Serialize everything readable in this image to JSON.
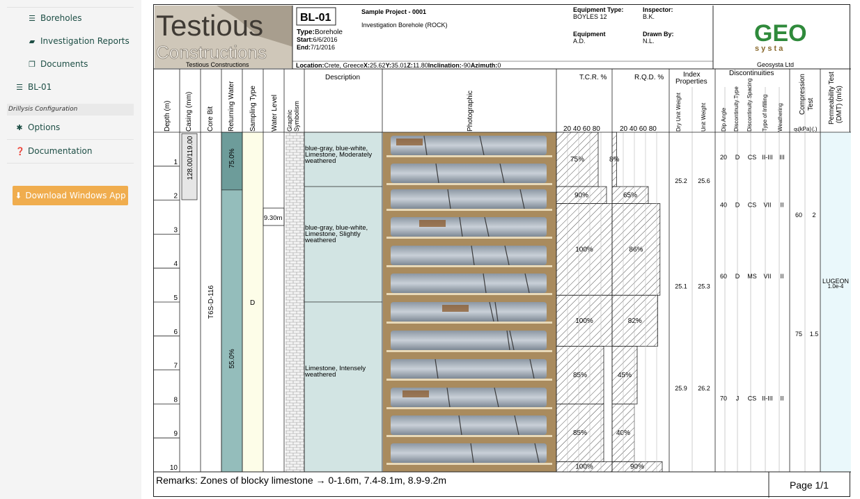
{
  "sidebar": {
    "items": [
      {
        "label": "Boreholes",
        "icon": "list-icon"
      },
      {
        "label": "Investigation Reports",
        "icon": "book-icon"
      },
      {
        "label": "Documents",
        "icon": "copy-icon"
      },
      {
        "label": "BL-01",
        "icon": "list-icon"
      }
    ],
    "section_label": "Drillysis Configuration",
    "options_label": "Options",
    "documentation_label": "Documentation",
    "download_label": "Download Windows App"
  },
  "header": {
    "company_logo_big": "Testious",
    "company_logo_sub": "Constructions",
    "company_name": "Testious Constructions",
    "borehole_id": "BL-01",
    "type_label": "Type:",
    "type_value": "Borehole",
    "start_label": "Start:",
    "start_value": "6/6/2016",
    "end_label": "End:",
    "end_value": "7/1/2016",
    "project": "Sample Project - 0001",
    "project_desc": "Investigation Borehole (ROCK)",
    "equipment_type_label": "Equipment Type:",
    "equipment_type_value": "BOYLES 12",
    "equipment_label": "Equipment",
    "equipment_value": "A.D.",
    "inspector_label": "Inspector:",
    "inspector_value": "B.K.",
    "drawn_by_label": "Drawn By:",
    "drawn_by_value": "N.L.",
    "location_label": "Location:",
    "location_value": "Crete, Greece",
    "x_label": "X:",
    "x_value": "25.62",
    "y_label": "Y:",
    "y_value": "35.01",
    "z_label": "Z:",
    "z_value": "11.80",
    "inclination_label": "Inclination:",
    "inclination_value": "-90",
    "azimuth_label": "Azimuth:",
    "azimuth_value": "0",
    "geo_logo": "GEO",
    "geo_sub": "s y s t a",
    "geo_name": "Geosysta Ltd"
  },
  "columns": {
    "depth": "Depth (m)",
    "casing": "Casing (mm)",
    "core_bit": "Core Bit",
    "returning_water": "Returning Water",
    "sampling_type": "Sampling Type",
    "water_level": "Water Level",
    "graphic_symbolism_1": "Graphic",
    "graphic_symbolism_2": "Symbolism",
    "description": "Description",
    "photographic": "Photographic",
    "tcr": "T.C.R. %",
    "rqd": "R.Q.D. %",
    "scale": "20 40 60 80",
    "index_properties_1": "Index",
    "index_properties_2": "Properties",
    "dry_unit_weight": "Dry Unit Weight",
    "unit_weight": "Unit Weight",
    "discontinuities": "Discontinuities",
    "dip_angle": "Dip Angle",
    "discontinuity_type": "Discontinuity Type",
    "discontinuity_spacing": "Discontinuity Spacing",
    "type_of_infilling": "Type of Infilling",
    "weathering": "Weathering",
    "compression_1": "Compression",
    "compression_2": "Test",
    "qu": "qu",
    "kpa": "(kPa)",
    "ratio": "(.)",
    "permeability_1": "Permeability Test",
    "permeability_2": "(DMT) (m/s)"
  },
  "depth_marks": [
    "1",
    "2",
    "3",
    "4",
    "5",
    "6",
    "7",
    "8",
    "9",
    "10"
  ],
  "casing_value": "128.00/119.00",
  "core_bit_value": "T6S-D-116",
  "returning_water": [
    {
      "value": "75.0%",
      "from": 0,
      "to": 1.7
    },
    {
      "value": "55.0%",
      "from": 1.7,
      "to": 10
    }
  ],
  "sampling_type_value": "D",
  "water_level_value": "9.30m",
  "descriptions": [
    {
      "text": "blue-gray, blue-white, Limestone, Moderately weathered",
      "from": 0,
      "to": 1.6
    },
    {
      "text": "blue-gray, blue-white, Limestone, Slightly weathered",
      "from": 1.6,
      "to": 5
    },
    {
      "text": "Limestone, Intensely weathered",
      "from": 5,
      "to": 10
    }
  ],
  "tcr": [
    {
      "from": 0,
      "to": 1.6,
      "value": 75,
      "label": "75%"
    },
    {
      "from": 1.6,
      "to": 2.1,
      "value": 90,
      "label": "90%"
    },
    {
      "from": 2.1,
      "to": 4.8,
      "value": 100,
      "label": "100%"
    },
    {
      "from": 4.8,
      "to": 6.3,
      "value": 100,
      "label": "100%"
    },
    {
      "from": 6.3,
      "to": 8,
      "value": 85,
      "label": "85%"
    },
    {
      "from": 8,
      "to": 9.7,
      "value": 85,
      "label": "85%"
    },
    {
      "from": 9.7,
      "to": 10,
      "value": 100,
      "label": "100%"
    }
  ],
  "rqd": [
    {
      "from": 0,
      "to": 1.6,
      "value": 8,
      "label": "8%"
    },
    {
      "from": 1.6,
      "to": 2.1,
      "value": 65,
      "label": "65%"
    },
    {
      "from": 2.1,
      "to": 4.8,
      "value": 86,
      "label": "86%"
    },
    {
      "from": 4.8,
      "to": 6.3,
      "value": 82,
      "label": "82%"
    },
    {
      "from": 6.3,
      "to": 8,
      "value": 45,
      "label": "45%"
    },
    {
      "from": 8,
      "to": 9.7,
      "value": 40,
      "label": "40%"
    },
    {
      "from": 9.7,
      "to": 10,
      "value": 90,
      "label": "90%"
    }
  ],
  "index_props": [
    {
      "depth": 1.5,
      "dry": "25.2",
      "unit": "25.6"
    },
    {
      "depth": 4.6,
      "dry": "25.1",
      "unit": "25.3"
    },
    {
      "depth": 7.6,
      "dry": "25.9",
      "unit": "26.2"
    }
  ],
  "discontinuities": [
    {
      "depth": 0.8,
      "dip": "20",
      "type": "D",
      "spacing": "CS",
      "infill": "II-III",
      "weath": "III"
    },
    {
      "depth": 2.2,
      "dip": "40",
      "type": "D",
      "spacing": "CS",
      "infill": "VII",
      "weath": "II"
    },
    {
      "depth": 4.3,
      "dip": "60",
      "type": "D",
      "spacing": "MS",
      "infill": "VII",
      "weath": "II"
    },
    {
      "depth": 7.9,
      "dip": "70",
      "type": "J",
      "spacing": "CS",
      "infill": "II-III",
      "weath": "II"
    }
  ],
  "compression": [
    {
      "depth": 2.5,
      "qu": "60",
      "ratio": "2"
    },
    {
      "depth": 6.0,
      "qu": "75",
      "ratio": "1.5"
    }
  ],
  "permeability": {
    "depth": 5.0,
    "label": "LUGEON",
    "value": "1.0e-4"
  },
  "remarks": "Remarks: Zones of blocky limestone → 0-1.6m, 7.4-8.1m, 8.9-9.2m",
  "page": "Page 1/1",
  "colors": {
    "accent": "#f0ad4e",
    "link": "#1d4e45",
    "water_dark": "#6d9c9a",
    "water_light": "#94bdbb",
    "desc_bg": "#d2e4e3",
    "perm_bg": "#eaf8fb",
    "sampling_bg": "#fdfde8"
  }
}
